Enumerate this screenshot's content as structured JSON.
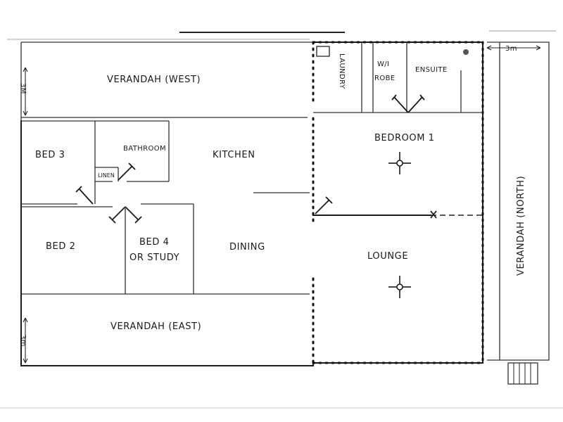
{
  "rooms": {
    "verandah_west": "VERANDAH (WEST)",
    "laundry": "LAUNDRY",
    "wi_robe_line1": "W/I",
    "wi_robe_line2": "ROBE",
    "ensuite": "ENSUITE",
    "bed3": "BED 3",
    "bathroom": "BATHROOM",
    "linen": "LINEN",
    "kitchen": "KITCHEN",
    "bedroom1": "BEDROOM 1",
    "verandah_north": "VERANDAH (NORTH)",
    "bed2": "BED 2",
    "bed4_line1": "BED 4",
    "bed4_line2": "OR STUDY",
    "dining": "DINING",
    "lounge": "LOUNGE",
    "verandah_east": "VERANDAH (EAST)"
  },
  "dimensions": {
    "top_right": "3m",
    "left_top": "3M",
    "left_bottom": "3m"
  }
}
